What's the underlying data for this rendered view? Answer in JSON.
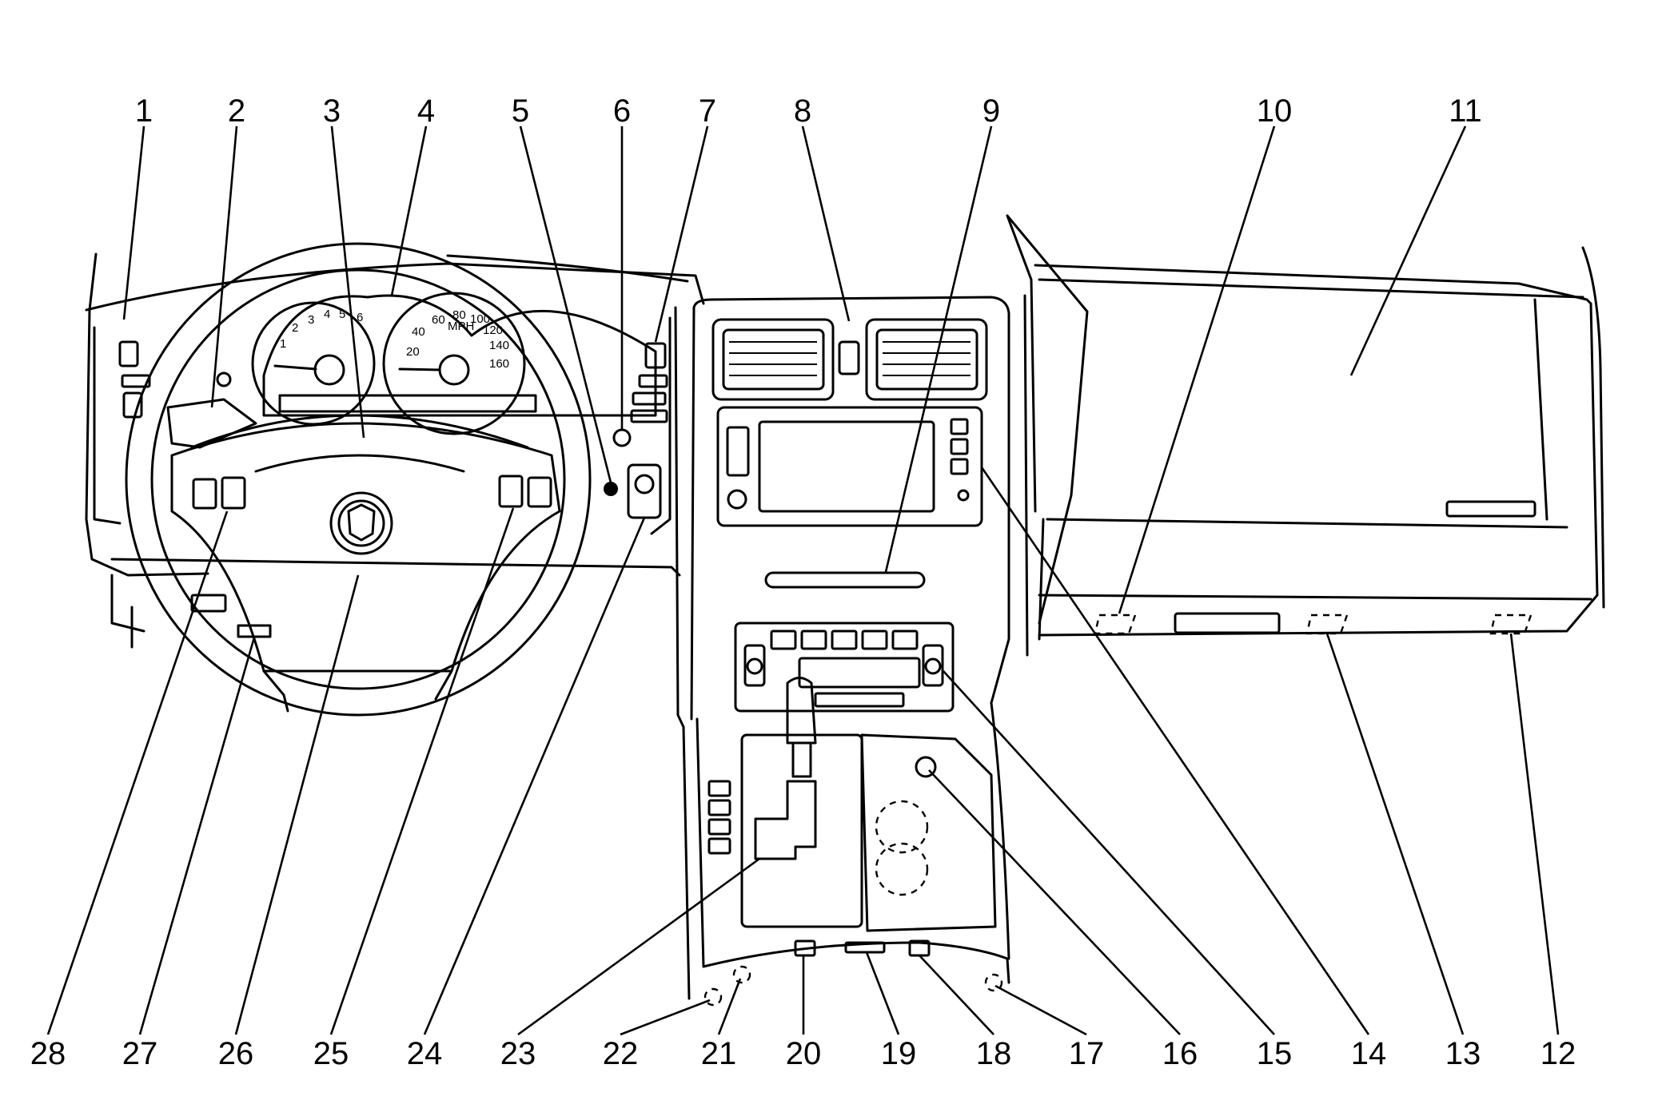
{
  "diagram": {
    "callouts_top": [
      "1",
      "2",
      "3",
      "4",
      "5",
      "6",
      "7",
      "8",
      "9",
      "10",
      "11"
    ],
    "callouts_bottom": [
      "28",
      "27",
      "26",
      "25",
      "24",
      "23",
      "22",
      "21",
      "20",
      "19",
      "18",
      "17",
      "16",
      "15",
      "14",
      "13",
      "12"
    ],
    "tachometer_numbers": [
      "1",
      "2",
      "3",
      "4",
      "5",
      "6"
    ],
    "speedometer_numbers": [
      "20",
      "40",
      "60",
      "80",
      "100",
      "120",
      "140",
      "160"
    ],
    "speedometer_unit": "MPH"
  }
}
